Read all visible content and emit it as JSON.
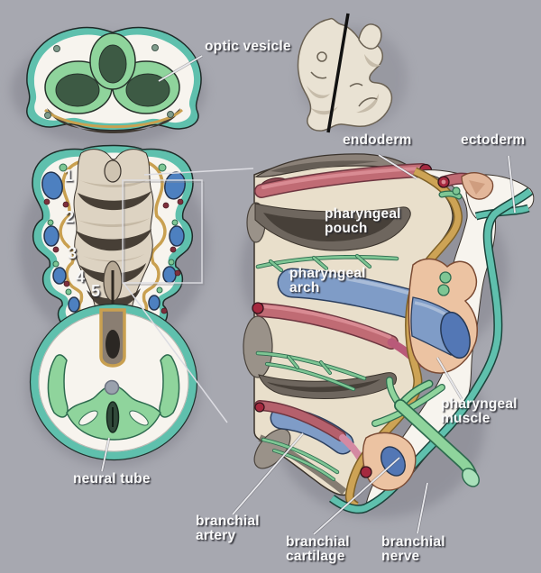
{
  "illustration": {
    "labels": {
      "optic_vesicle": "optic vesicle",
      "endoderm": "endoderm",
      "ectoderm": "ectoderm",
      "pharyngeal_pouch": {
        "line1": "pharyngeal",
        "line2": "pouch"
      },
      "pharyngeal_arch": {
        "line1": "pharyngeal",
        "line2": "arch"
      },
      "pharyngeal_muscle": {
        "line1": "pharyngeal",
        "line2": "muscle"
      },
      "neural_tube": "neural tube",
      "branchial_artery": {
        "line1": "branchial",
        "line2": "artery"
      },
      "branchial_cartilage": {
        "line1": "branchial",
        "line2": "cartilage"
      },
      "branchial_nerve": {
        "line1": "branchial",
        "line2": "nerve"
      }
    },
    "arch_numbers": [
      "1",
      "2",
      "3",
      "4",
      "5"
    ],
    "colors": {
      "background": "#a7a8b0",
      "ectoderm_teal": "#5fc0ad",
      "endoderm_gold": "#cda355",
      "tissue_cream": "#e9dfcb",
      "pouch_gray": "#6e665e",
      "artery_red": "#c06b74",
      "artery_dark_red": "#a5293f",
      "cartilage_blue": "#7f9cc7",
      "cartilage_blue_dark": "#5377b5",
      "nerve_green": "#8fd49c",
      "muscle_peach": "#ecc3a2",
      "neural_green": "#8fd49c",
      "label_text": "#fafafa"
    }
  }
}
